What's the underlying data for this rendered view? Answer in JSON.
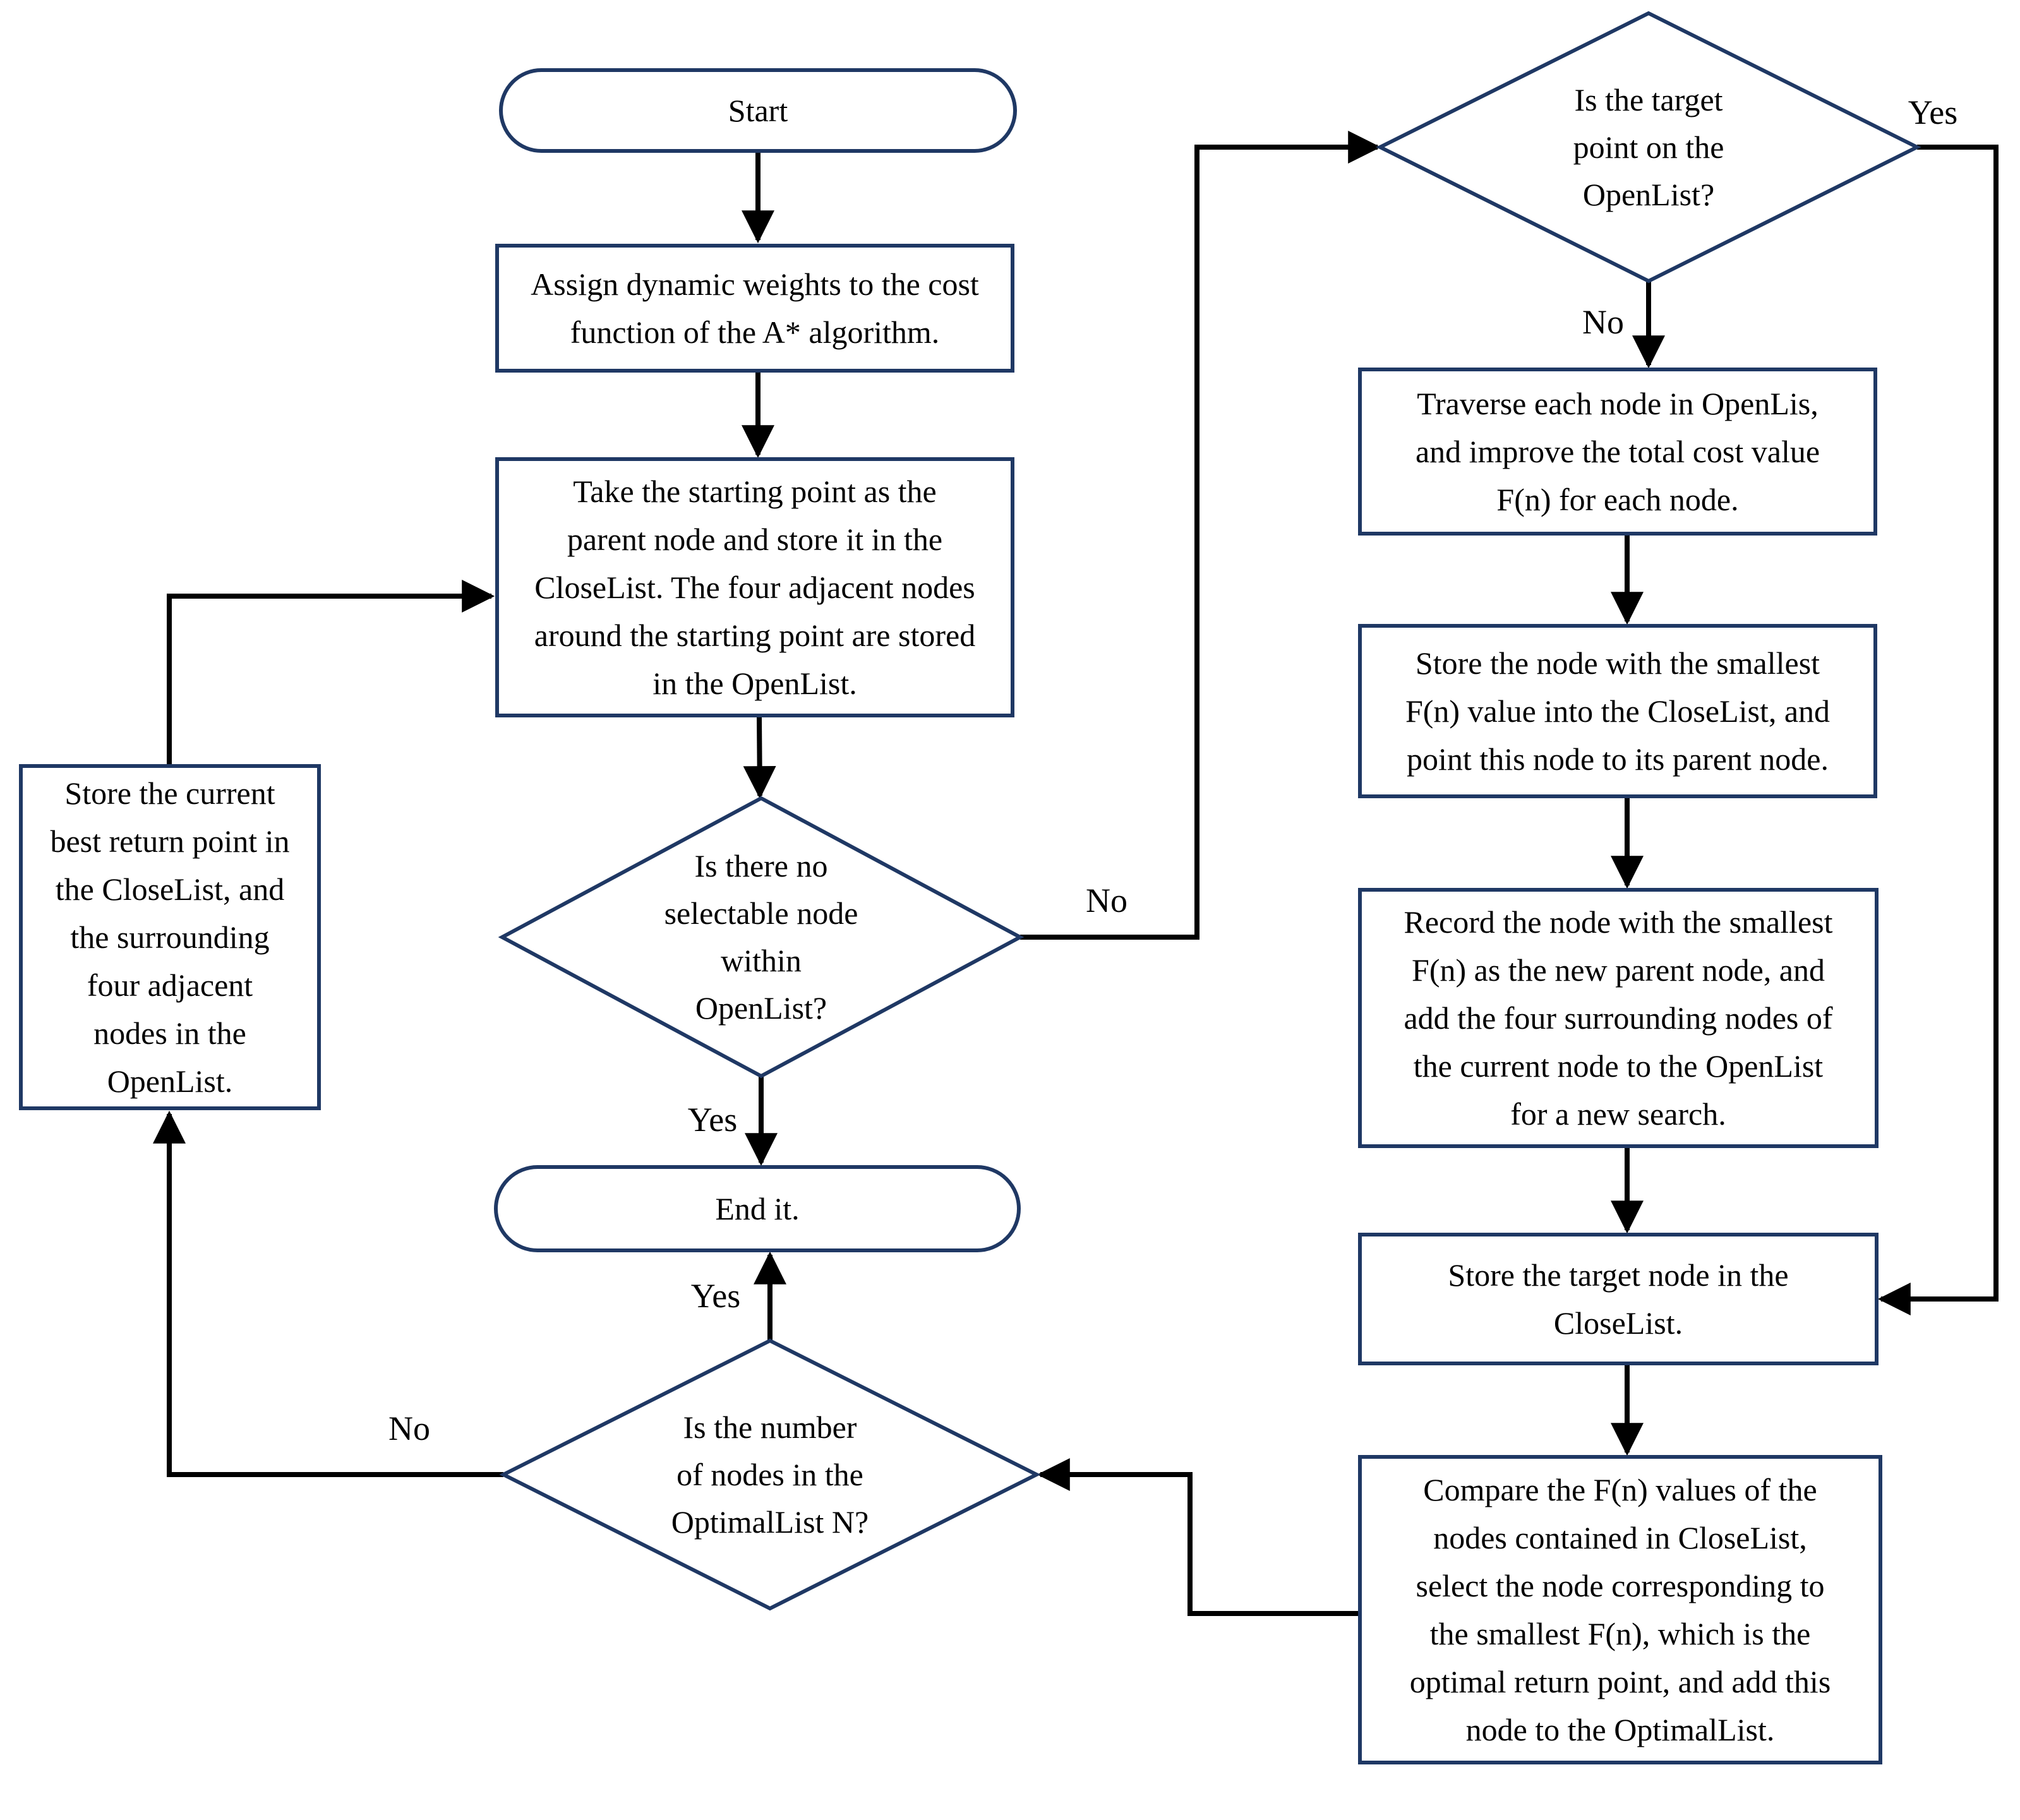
{
  "figure": {
    "type": "flowchart",
    "background": "#ffffff",
    "shape_border_color": "#1f3864",
    "connector_color": "#000000",
    "text_color": "#000000"
  },
  "nodes": {
    "start": "Start",
    "assign_weights": "Assign dynamic weights to the cost\nfunction of the A* algorithm.",
    "init_lists": "Take the starting point as the\nparent node and store it in the\nCloseList. The four adjacent nodes\naround the starting point are stored\nin the OpenList.",
    "openlist_empty": "Is there no\nselectable node\nwithin\nOpenList?",
    "end": "End it.",
    "optimallist_count": "Is the number\nof nodes in the\nOptimalList N?",
    "store_best_return": "Store the current\nbest return point in\nthe CloseList, and\nthe surrounding\nfour adjacent\nnodes in the\nOpenList.",
    "target_on_openlist": "Is the target\npoint on the\nOpenList?",
    "traverse_openlist": "Traverse each node in OpenLis,\nand improve the total cost value\nF(n) for each node.",
    "store_smallest": "Store the node with the smallest\nF(n) value into the CloseList, and\npoint this node to its parent node.",
    "record_parent": "Record the node with the smallest\nF(n) as the new parent node, and\nadd the four surrounding nodes of\nthe current node to the OpenList\nfor a new search.",
    "store_target": "Store the target node in the\nCloseList.",
    "compare_fn": "Compare the F(n) values of the\nnodes contained in CloseList,\nselect the node corresponding to\nthe smallest F(n), which is the\noptimal return point, and add this\nnode to the OptimalList."
  },
  "edge_labels": {
    "openlist_empty_no": "No",
    "openlist_empty_yes": "Yes",
    "target_on_openlist_yes": "Yes",
    "target_on_openlist_no": "No",
    "optimallist_yes": "Yes",
    "optimallist_no": "No"
  }
}
